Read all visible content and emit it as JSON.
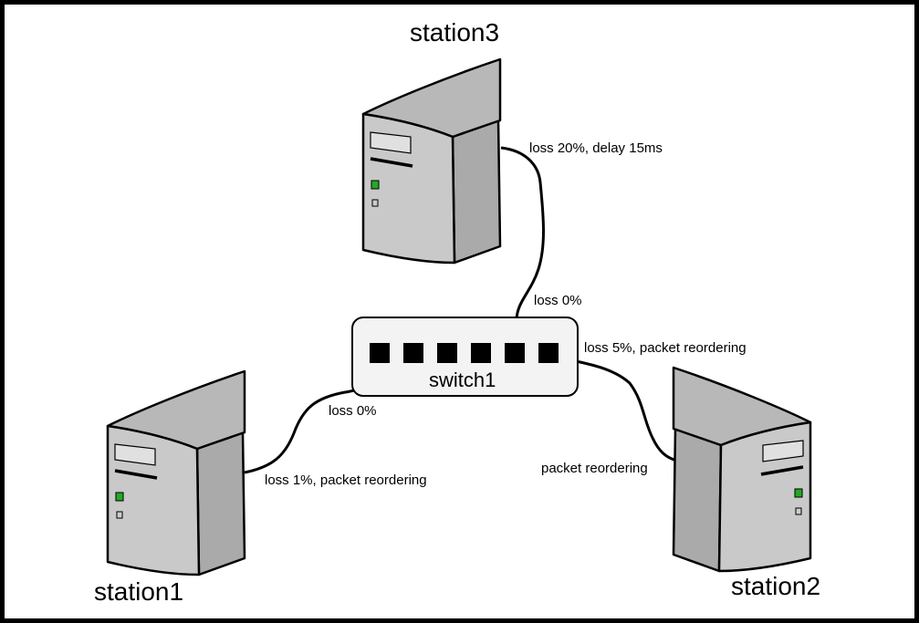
{
  "nodes": {
    "station1": "station1",
    "station2": "station2",
    "station3": "station3",
    "switch": "switch1"
  },
  "links": {
    "s3_station_end": "loss 20%, delay 15ms",
    "s3_switch_end": "loss 0%",
    "s2_switch_end": "loss 5%, packet reordering",
    "s2_station_end": "packet reordering",
    "s1_switch_end": "loss 0%",
    "s1_station_end": "loss 1%, packet reordering"
  },
  "colors": {
    "case_front": "#c8c8c8",
    "case_side": "#aaaaaa",
    "case_top": "#bcbcbc",
    "power_led": "#22aa22",
    "switch_body": "#f3f3f3",
    "port": "#000000",
    "cable": "#000000"
  }
}
